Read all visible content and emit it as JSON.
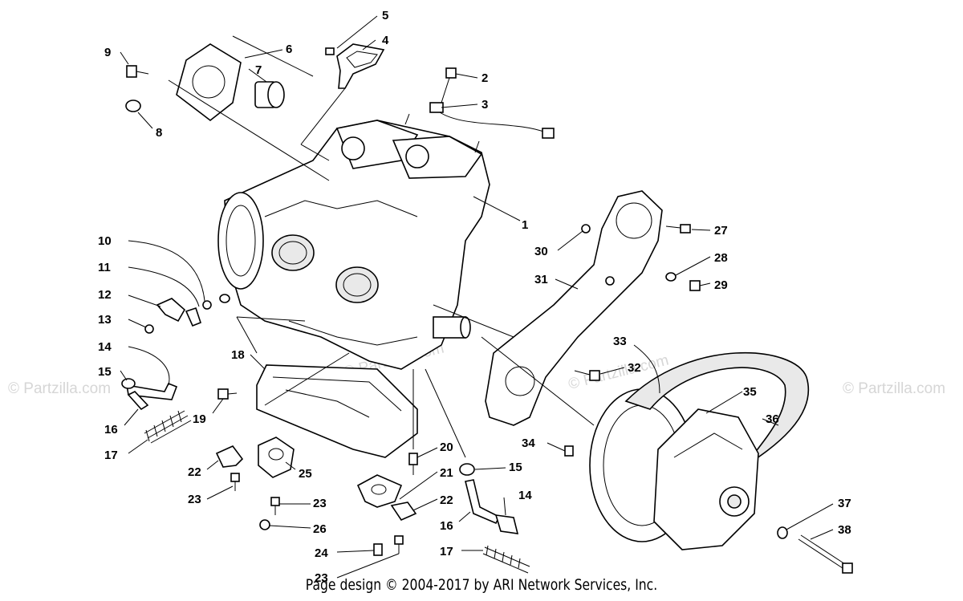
{
  "callouts": [
    {
      "id": "1",
      "text": "1"
    },
    {
      "id": "2",
      "text": "2"
    },
    {
      "id": "3",
      "text": "3"
    },
    {
      "id": "4",
      "text": "4"
    },
    {
      "id": "5",
      "text": "5"
    },
    {
      "id": "6",
      "text": "6"
    },
    {
      "id": "7",
      "text": "7"
    },
    {
      "id": "8",
      "text": "8"
    },
    {
      "id": "9",
      "text": "9"
    },
    {
      "id": "10",
      "text": "10"
    },
    {
      "id": "11",
      "text": "11"
    },
    {
      "id": "12",
      "text": "12"
    },
    {
      "id": "13",
      "text": "13"
    },
    {
      "id": "14a",
      "text": "14"
    },
    {
      "id": "15a",
      "text": "15"
    },
    {
      "id": "16a",
      "text": "16"
    },
    {
      "id": "17a",
      "text": "17"
    },
    {
      "id": "18",
      "text": "18"
    },
    {
      "id": "19",
      "text": "19"
    },
    {
      "id": "20",
      "text": "20"
    },
    {
      "id": "21",
      "text": "21"
    },
    {
      "id": "22a",
      "text": "22"
    },
    {
      "id": "22b",
      "text": "22"
    },
    {
      "id": "23a",
      "text": "23"
    },
    {
      "id": "23b",
      "text": "23"
    },
    {
      "id": "23c",
      "text": "23"
    },
    {
      "id": "24",
      "text": "24"
    },
    {
      "id": "25",
      "text": "25"
    },
    {
      "id": "26",
      "text": "26"
    },
    {
      "id": "27",
      "text": "27"
    },
    {
      "id": "28",
      "text": "28"
    },
    {
      "id": "29",
      "text": "29"
    },
    {
      "id": "30",
      "text": "30"
    },
    {
      "id": "31",
      "text": "31"
    },
    {
      "id": "32",
      "text": "32"
    },
    {
      "id": "33",
      "text": "33"
    },
    {
      "id": "34",
      "text": "34"
    },
    {
      "id": "15b",
      "text": "15"
    },
    {
      "id": "14b",
      "text": "14"
    },
    {
      "id": "16b",
      "text": "16"
    },
    {
      "id": "17b",
      "text": "17"
    },
    {
      "id": "35",
      "text": "35"
    },
    {
      "id": "36",
      "text": "36"
    },
    {
      "id": "37",
      "text": "37"
    },
    {
      "id": "38",
      "text": "38"
    }
  ],
  "watermark": "© Partzilla.com",
  "footer": "Page design © 2004-2017 by ARI Network Services, Inc."
}
